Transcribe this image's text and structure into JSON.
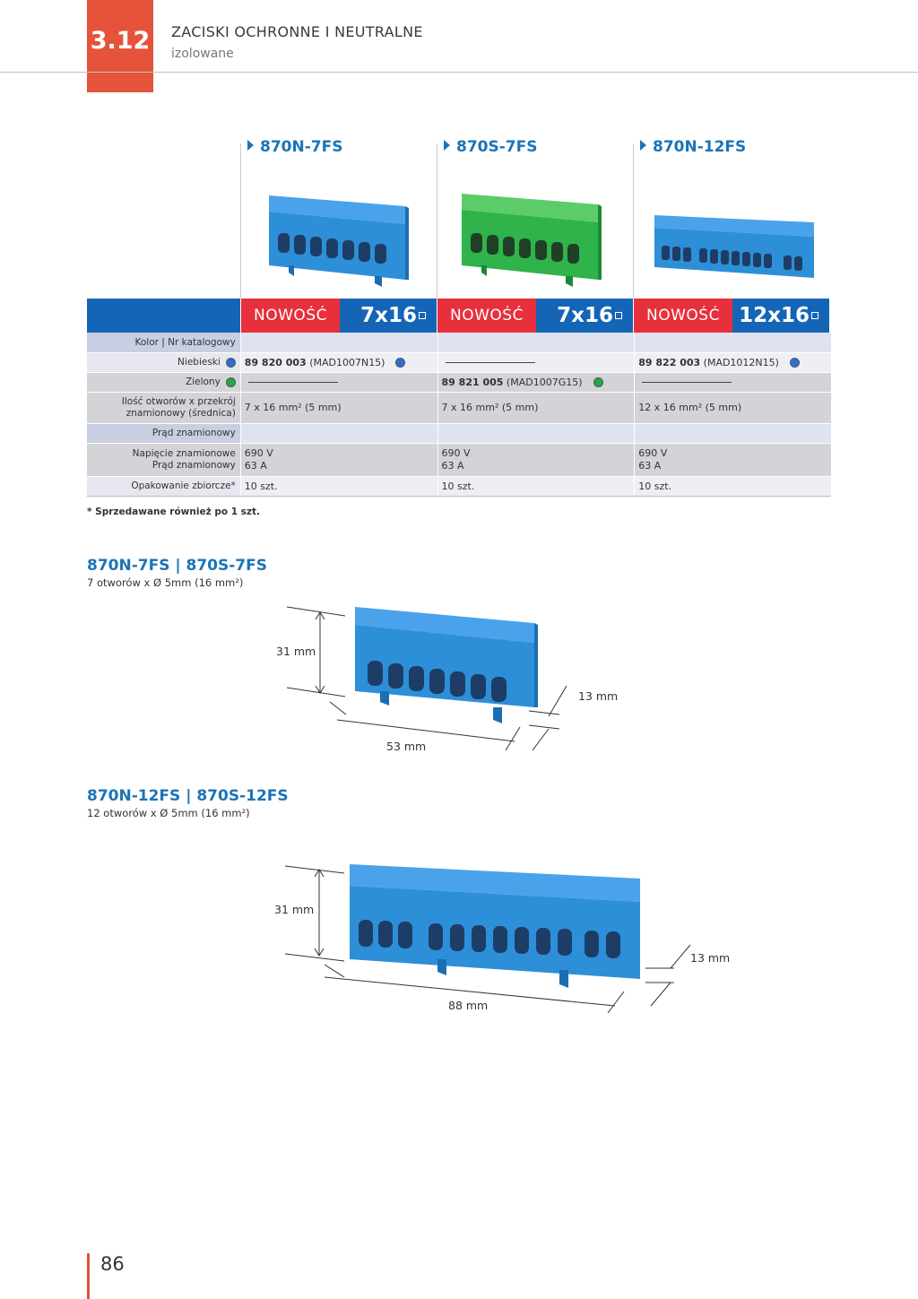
{
  "header": {
    "section_number": "3.12",
    "title": "ZACISKI OCHRONNE I NEUTRALNE",
    "subtitle": "izolowane"
  },
  "products": [
    {
      "name": "870N-7FS",
      "color": "#2d8fd8",
      "badge": "NOWOŚĆ",
      "size": "7x16"
    },
    {
      "name": "870S-7FS",
      "color": "#2fb34a",
      "badge": "NOWOŚĆ",
      "size": "7x16"
    },
    {
      "name": "870N-12FS",
      "color": "#2d8fd8",
      "badge": "NOWOŚĆ",
      "size": "12x16"
    }
  ],
  "table": {
    "rows": [
      {
        "label": "Kolor | Nr katalogowy"
      },
      {
        "label": "Niebieski"
      },
      {
        "label": "Zielony"
      },
      {
        "label_line1": "Ilość otworów x przekrój",
        "label_line2": "znamionowy (średnica)"
      },
      {
        "label": "Prąd  znamionowy"
      },
      {
        "label_line1": "Napięcie znamionowe",
        "label_line2": "Prąd znamionowy"
      },
      {
        "label": "Opakowanie zbiorcze*"
      }
    ],
    "col1": {
      "blue_code": "89 820 003",
      "blue_ref": "(MAD1007N15)",
      "holes": "7 x 16 mm² (5 mm)",
      "voltage": "690 V",
      "current": "63 A",
      "pack": "10 szt."
    },
    "col2": {
      "green_code": "89 821 005",
      "green_ref": "(MAD1007G15)",
      "holes": "7 x 16 mm² (5 mm)",
      "voltage": "690 V",
      "current": "63 A",
      "pack": "10 szt."
    },
    "col3": {
      "blue_code": "89 822 003",
      "blue_ref": "(MAD1012N15)",
      "holes": "12 x 16 mm² (5 mm)",
      "voltage": "690 V",
      "current": "63 A",
      "pack": "10 szt."
    }
  },
  "footnote": "* Sprzedawane również po 1 szt.",
  "drawing1": {
    "title": "870N-7FS | 870S-7FS",
    "subtitle": "7 otworów x Ø 5mm (16 mm²)",
    "height": "31 mm",
    "width": "53 mm",
    "depth": "13 mm"
  },
  "drawing2": {
    "title": "870N-12FS | 870S-12FS",
    "subtitle": "12 otworów x Ø 5mm (16 mm²)",
    "height": "31 mm",
    "width": "88 mm",
    "depth": "13 mm"
  },
  "page_number": "86",
  "colors": {
    "accent": "#e4533a",
    "blue": "#1565b7",
    "red": "#e7303b",
    "link": "#1a74b8"
  }
}
